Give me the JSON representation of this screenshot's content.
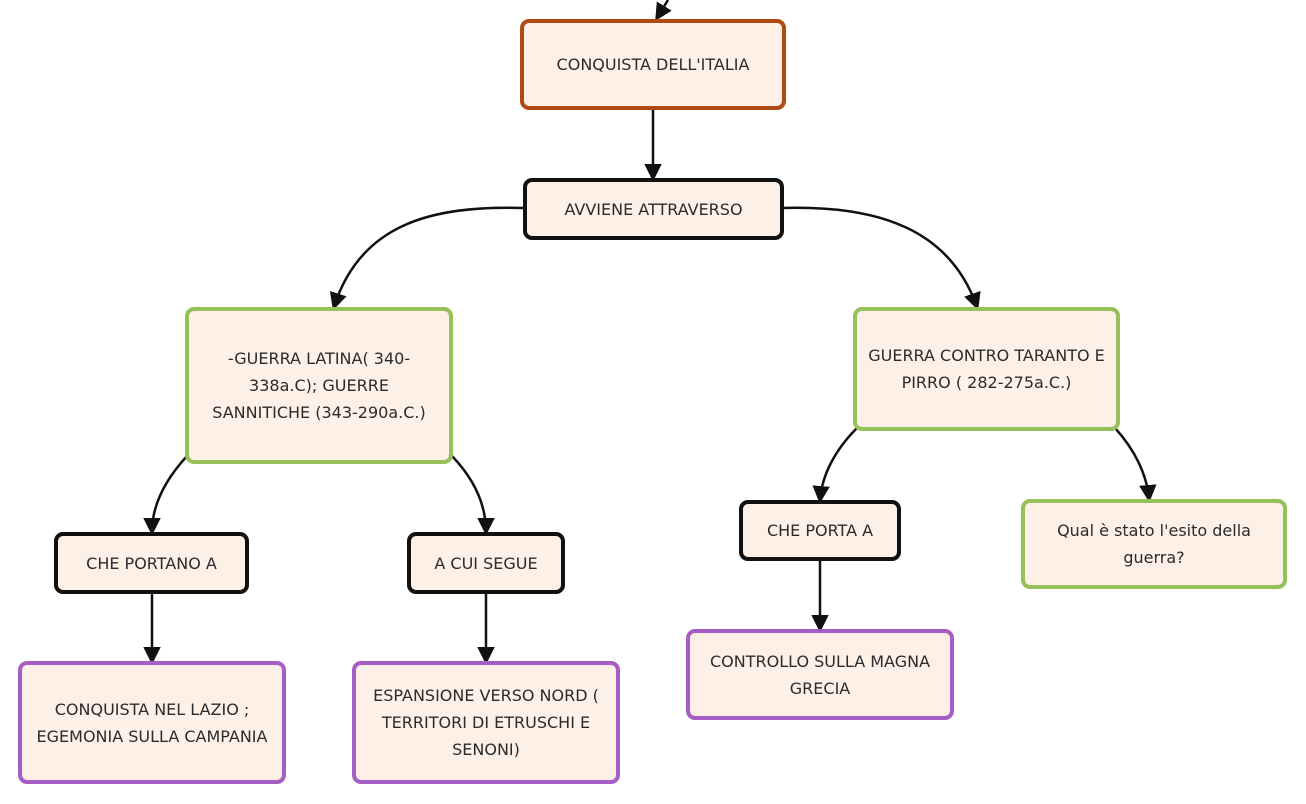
{
  "nodes": {
    "conquista": {
      "label": "CONQUISTA DELL'ITALIA"
    },
    "avviene": {
      "label": "AVVIENE ATTRAVERSO"
    },
    "guerra_latina": {
      "label": "-GUERRA LATINA( 340-338a.C); GUERRE SANNITICHE (343-290a.C.)"
    },
    "guerra_taranto": {
      "label": "GUERRA CONTRO TARANTO E PIRRO ( 282-275a.C.)"
    },
    "che_portano": {
      "label": "CHE PORTANO A"
    },
    "a_cui_segue": {
      "label": "A CUI SEGUE"
    },
    "che_porta": {
      "label": "CHE PORTA A"
    },
    "esito": {
      "label": "Qual è stato l'esito della guerra?"
    },
    "conquista_lazio": {
      "label": "CONQUISTA NEL LAZIO ; EGEMONIA SULLA CAMPANIA"
    },
    "espansione": {
      "label": "ESPANSIONE VERSO NORD ( TERRITORI DI ETRUSCHI E SENONI)"
    },
    "controllo": {
      "label": "CONTROLLO SULLA MAGNA GRECIA"
    }
  },
  "colors": {
    "node_fill": "#fdf0e7",
    "orange_border": "#b04a14",
    "black_border": "#111111",
    "green_border": "#95c15a",
    "purple_border": "#a75ec4",
    "edge": "#111111"
  }
}
